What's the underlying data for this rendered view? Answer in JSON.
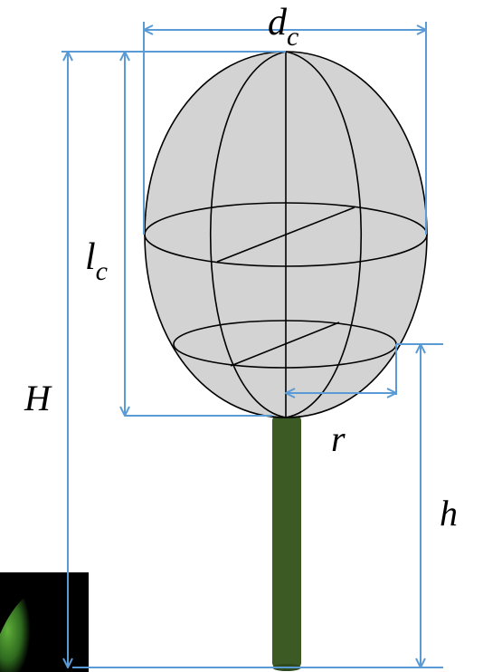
{
  "labels": {
    "crown_diameter": "d",
    "crown_diameter_sub": "c",
    "crown_length": "l",
    "crown_length_sub": "c",
    "tree_height": "H",
    "crown_base_height": "h",
    "radius": "r"
  },
  "colors": {
    "crown_fill": "#d3d3d3",
    "outline": "#000000",
    "trunk": "#3b5a24",
    "dimension_line": "#5b9bd5",
    "corner_image": "#000000",
    "corner_leaf": "#3f8a2a"
  }
}
